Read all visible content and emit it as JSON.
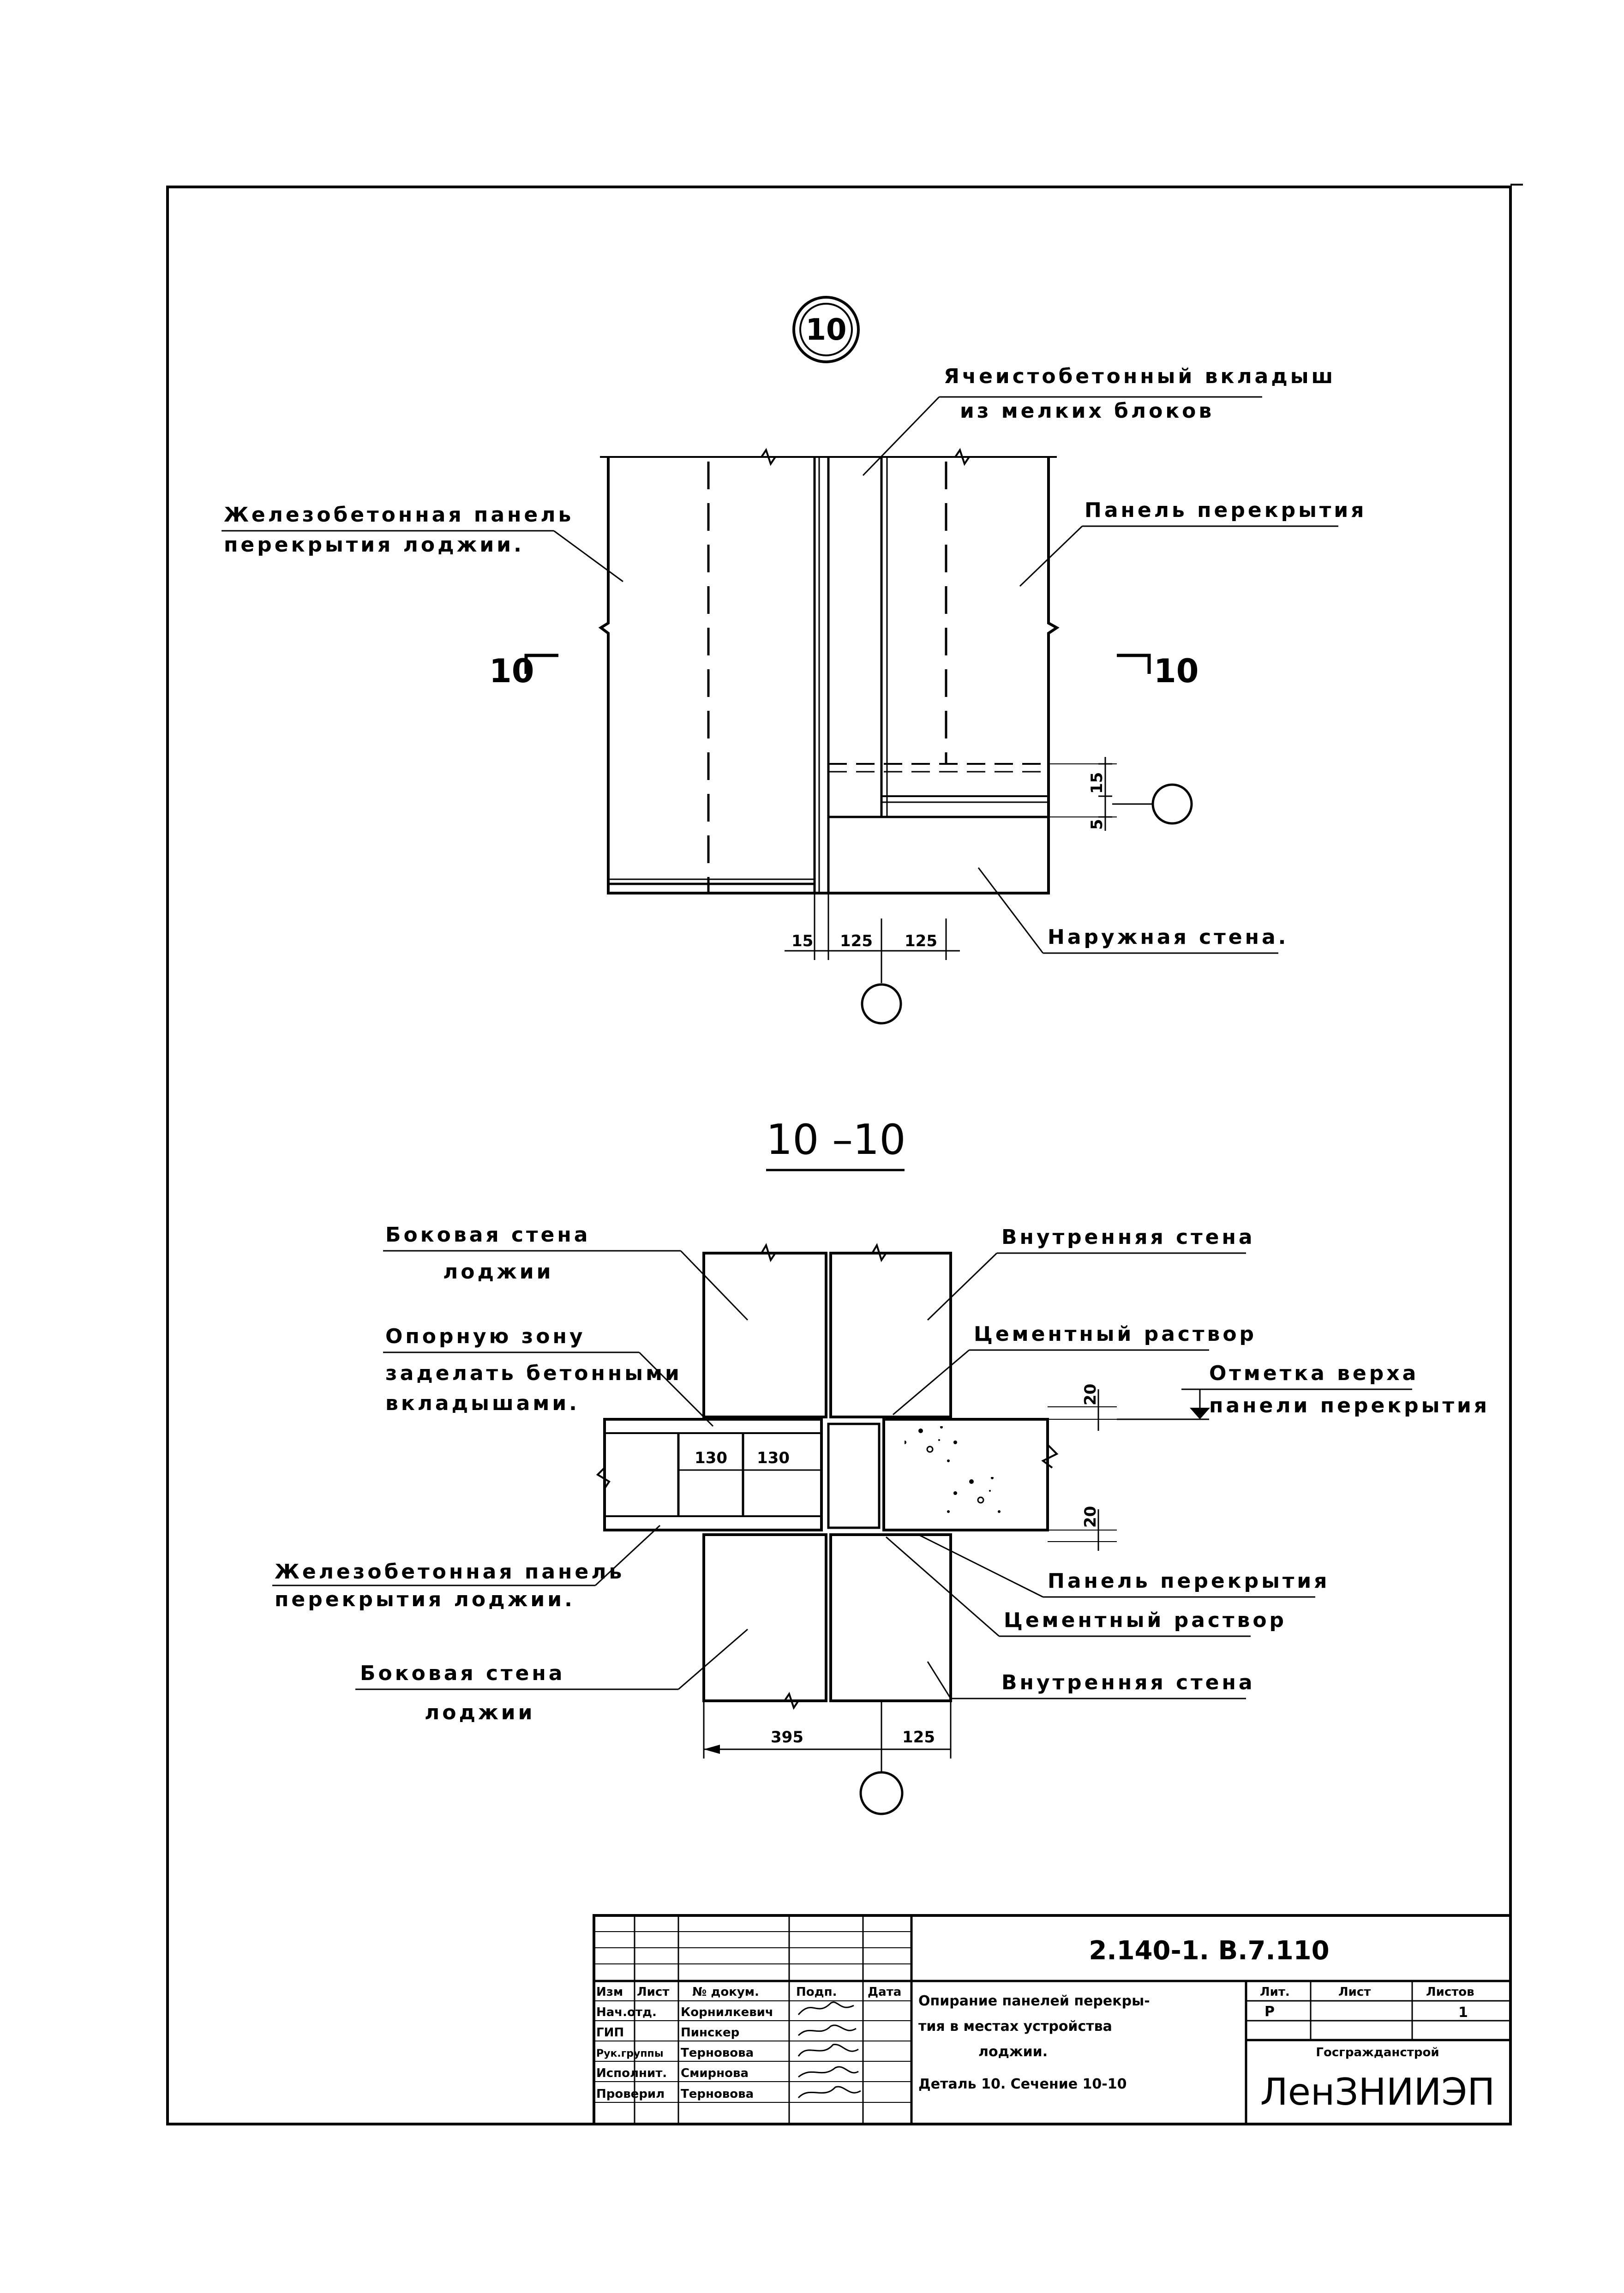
{
  "detail": {
    "number": "10",
    "section_left": "10",
    "section_right": "10",
    "dims": [
      "15",
      "125",
      "125"
    ],
    "dims_v": [
      "5",
      "15"
    ],
    "labels": {
      "insert_1": "Ячеистобетонный вкладыш",
      "insert_2": "из мелких блоков",
      "rc_panel_1": "Железобетонная панель",
      "rc_panel_2": "перекрытия лоджии.",
      "floor_panel": "Панель перекрытия",
      "outer_wall": "Наружная стена."
    }
  },
  "section": {
    "title": "10 –10",
    "dims": [
      "130",
      "130",
      "20",
      "20",
      "395",
      "125"
    ],
    "labels": {
      "side_wall_top_1": "Боковая стена",
      "side_wall_top_2": "лоджии",
      "inner_wall_top": "Внутренняя стена",
      "support_1": "Опорную зону",
      "support_2": "заделать бетонными",
      "support_3": "вкладышами.",
      "cement_top": "Цементный раствор",
      "mark_1": "Отметка верха",
      "mark_2": "панели перекрытия",
      "rc_panel_1": "Железобетонная панель",
      "rc_panel_2": "перекрытия лоджии.",
      "floor_panel": "Панель перекрытия",
      "cement_bottom": "Цементный раствор",
      "side_wall_bottom_1": "Боковая стена",
      "side_wall_bottom_2": "лоджии",
      "inner_wall_bottom": "Внутренняя стена"
    }
  },
  "title_block": {
    "code": "2.140-1. В.7.110",
    "headers": [
      "Изм",
      "Лист",
      "№ докум.",
      "Подп.",
      "Дата"
    ],
    "people": [
      {
        "role": "Нач.отд.",
        "name": "Корнилкевич"
      },
      {
        "role": "ГИП",
        "name": "Пинскер"
      },
      {
        "role": "Рук.группы",
        "name": "Терновова"
      },
      {
        "role": "Исполнит.",
        "name": "Смирнова"
      },
      {
        "role": "Проверил",
        "name": "Терновова"
      }
    ],
    "description": [
      "Опирание панелей перекры-",
      "тия в местах устройства",
      "лоджии.",
      "Деталь 10.   Сечение 10-10"
    ],
    "stage_label": "Лит.",
    "sheet_label": "Лист",
    "sheets_label": "Листов",
    "stage": "Р",
    "sheets": "1",
    "org_1": "Госгражданстрой",
    "org_2": "ЛенЗНИИЭП"
  }
}
